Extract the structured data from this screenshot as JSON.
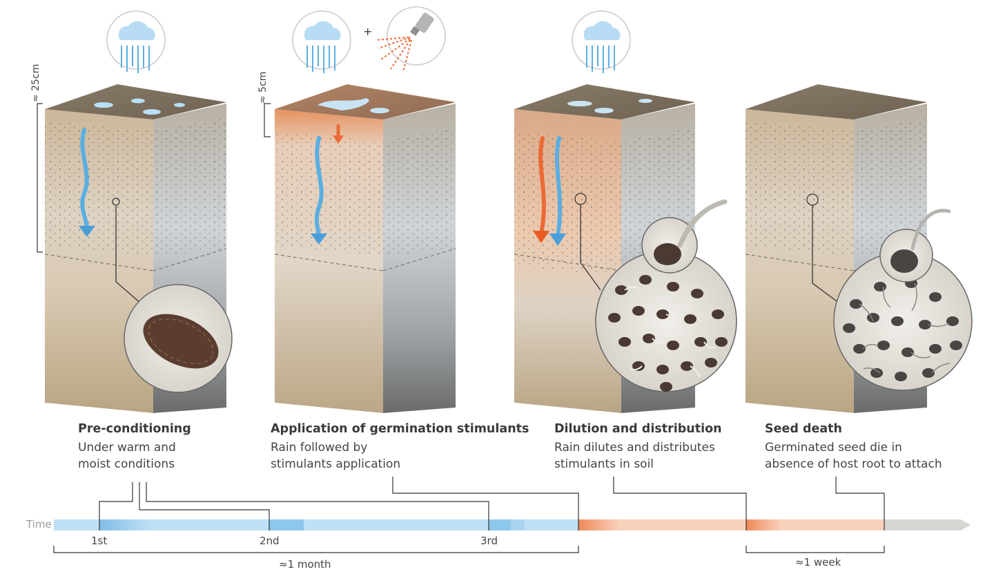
{
  "stages": [
    {
      "title": "Pre-conditioning",
      "desc1": "Under warm and",
      "desc2": "moist conditions",
      "depth": "≈ 25cm"
    },
    {
      "title": "Application of germination stimulants",
      "desc1": "Rain followed by",
      "desc2": "stimulants application",
      "depth": "≈ 5cm",
      "plus": "+"
    },
    {
      "title": "Dilution and distribution",
      "desc1": "Rain dilutes and distributes",
      "desc2": "stimulants in soil"
    },
    {
      "title": "Seed death",
      "desc1": "Germinated seed die in",
      "desc2": "absence of host root to attach"
    }
  ],
  "timeline": {
    "label": "Time",
    "ticks": [
      "1st",
      "2nd",
      "3rd"
    ],
    "month_span": "≈1 month",
    "week_span": "≈1 week"
  },
  "icons": [
    "rain-cloud-icon",
    "sprayer-icon"
  ],
  "colors": {
    "rain": "#5aaee0",
    "stimulant": "#ea6a35",
    "timeline_blue": "#bfe0f5",
    "timeline_orange": "#f9d2bd",
    "timeline_grey": "#d8d6d0"
  }
}
